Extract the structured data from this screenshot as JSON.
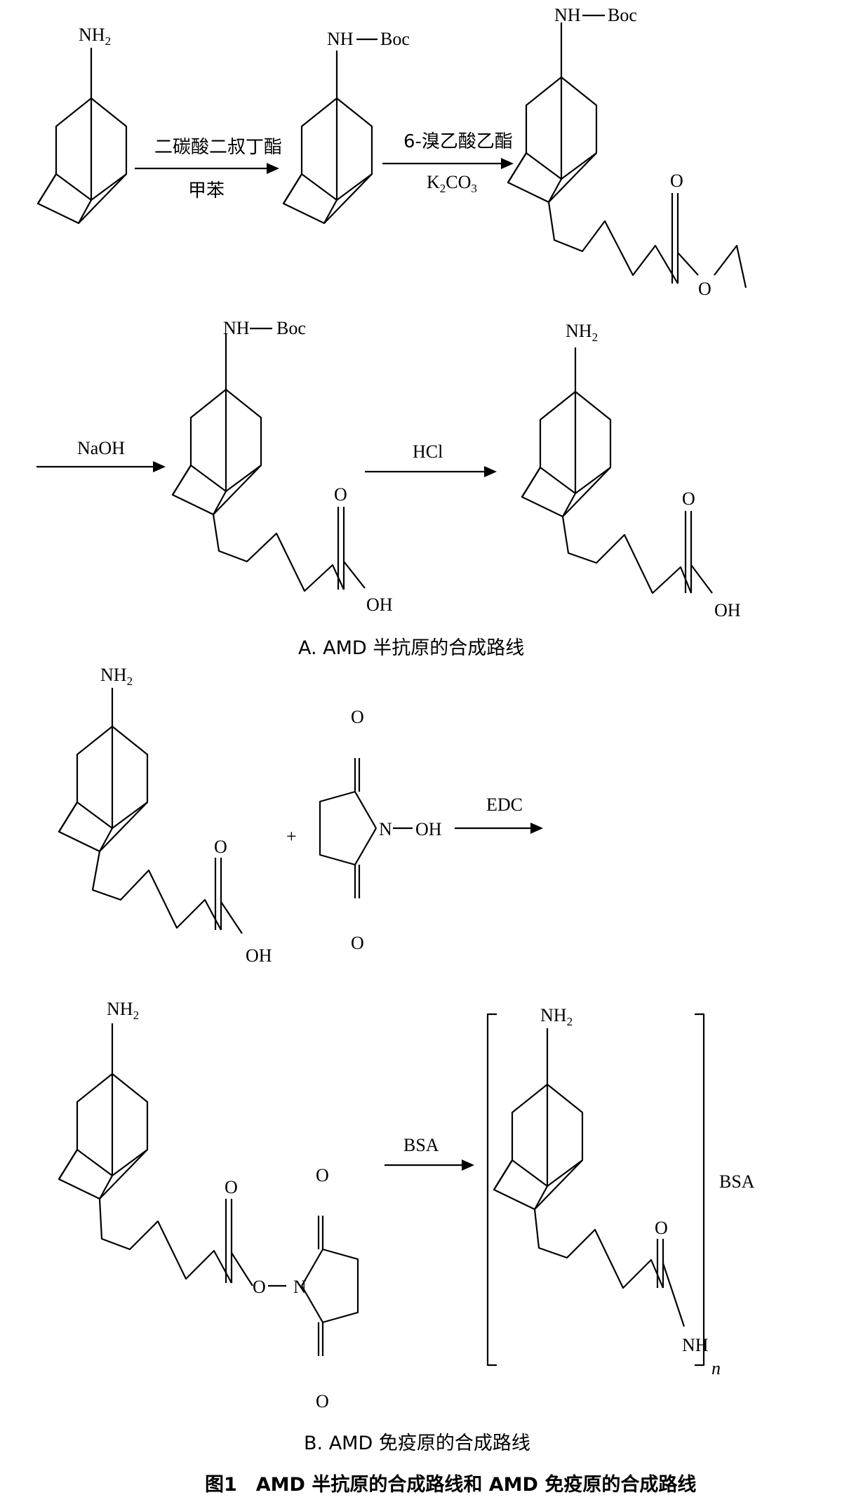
{
  "atoms": {
    "nh2": "NH",
    "nh2_sub": "2",
    "nh": "NH",
    "boc": "Boc",
    "o": "O",
    "oh": "OH",
    "n": "N",
    "bsa_label": "BSA",
    "n_subscript": "n"
  },
  "reagents": {
    "step1_top": "二碳酸二叔丁酯",
    "step1_bottom": "甲苯",
    "step2_top": "6-溴乙酸乙酯",
    "step2_bottom_k": "K",
    "step2_bottom_k_sub": "2",
    "step2_bottom_co": "CO",
    "step2_bottom_co_sub": "3",
    "step3": "NaOH",
    "step4": "HCl",
    "step5": "EDC",
    "step6": "BSA",
    "plus": "+"
  },
  "captions": {
    "section_a": "A. AMD 半抗原的合成路线",
    "section_b": "B. AMD 免疫原的合成路线",
    "figure": "图1　AMD 半抗原的合成路线和 AMD 免疫原的合成路线"
  }
}
